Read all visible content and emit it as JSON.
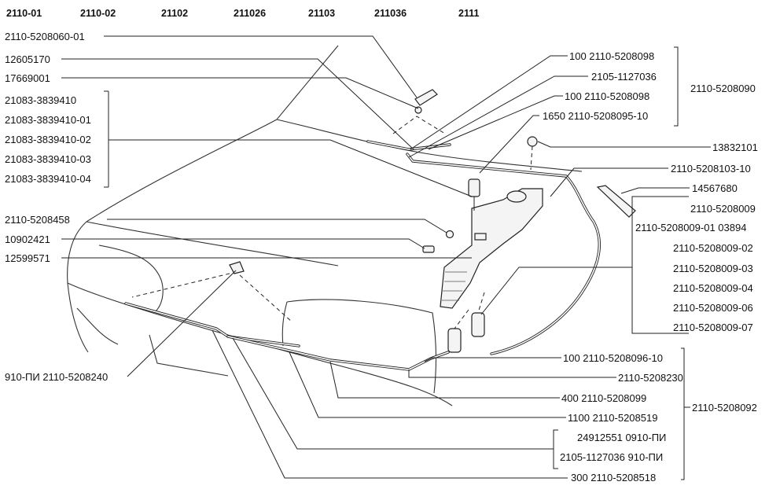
{
  "models": [
    "2110-01",
    "2110-02",
    "21102",
    "211026",
    "21103",
    "211036",
    "2111"
  ],
  "labels": {
    "l1": "2110-5208060-01",
    "l2": "12605170",
    "l3": "17669001",
    "l4": "21083-3839410",
    "l5": "21083-3839410-01",
    "l6": "21083-3839410-02",
    "l7": "21083-3839410-03",
    "l8": "21083-3839410-04",
    "l9": "2110-5208458",
    "l10": "10902421",
    "l11": "12599571",
    "l12": "910-ПИ 2110-5208240",
    "r1": "100 2110-5208098",
    "r2": "2105-1127036",
    "r3": "100 2110-5208098",
    "r4": "1650 2110-5208095-10",
    "r_group1": "2110-5208090",
    "r5": "13832101",
    "r6": "2110-5208103-10",
    "r7": "14567680",
    "r8": "2110-5208009",
    "r9": "2110-5208009-01 03894",
    "r10": "2110-5208009-02",
    "r11": "2110-5208009-03",
    "r12": "2110-5208009-04",
    "r13": "2110-5208009-06",
    "r14": "2110-5208009-07",
    "b1": "100 2110-5208096-10",
    "b2": "2110-5208230",
    "b3": "400 2110-5208099",
    "b4": "1100 2110-5208519",
    "b_group": "2110-5208092",
    "b5": "24912551 0910-ПИ",
    "b6": "2105-1127036 910-ПИ",
    "b7": "300 2110-5208518"
  }
}
